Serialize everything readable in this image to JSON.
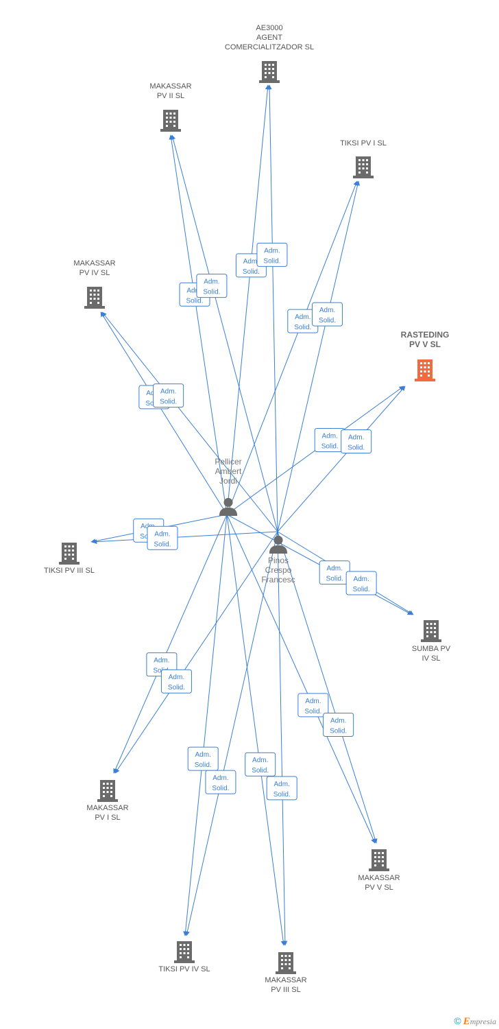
{
  "colors": {
    "edge": "#3a7fd5",
    "company": "#6b6b6b",
    "focus": "#f26a3d",
    "person": "#6b6b6b"
  },
  "persons": [
    {
      "id": "pellicer",
      "lines": [
        "Pellicer",
        "Ambert",
        "Jordi"
      ]
    },
    {
      "id": "pinos",
      "lines": [
        "Pinos",
        "Crespo",
        "Francesc"
      ]
    }
  ],
  "companies": [
    {
      "id": "ae3000",
      "lines": [
        "AE3000",
        "AGENT",
        "COMERCIALITZADOR SL"
      ]
    },
    {
      "id": "makassar2",
      "lines": [
        "MAKASSAR",
        "PV II SL"
      ]
    },
    {
      "id": "tiksi1",
      "lines": [
        "TIKSI PV I SL"
      ]
    },
    {
      "id": "makassar4",
      "lines": [
        "MAKASSAR",
        "PV IV SL"
      ]
    },
    {
      "id": "rasteding",
      "lines": [
        "RASTEDING",
        "PV V SL"
      ],
      "focus": true
    },
    {
      "id": "tiksi3",
      "lines": [
        "TIKSI PV III SL"
      ]
    },
    {
      "id": "sumba",
      "lines": [
        "SUMBA PV",
        "IV SL"
      ]
    },
    {
      "id": "makassar1",
      "lines": [
        "MAKASSAR",
        "PV I SL"
      ]
    },
    {
      "id": "makassar5",
      "lines": [
        "MAKASSAR",
        "PV V SL"
      ]
    },
    {
      "id": "tiksi4",
      "lines": [
        "TIKSI PV IV SL"
      ]
    },
    {
      "id": "makassar3",
      "lines": [
        "MAKASSAR",
        "PV III SL"
      ]
    }
  ],
  "relation_label": [
    "Adm.",
    "Solid."
  ],
  "edges": [
    {
      "from": "pellicer",
      "to": "ae3000"
    },
    {
      "from": "pinos",
      "to": "ae3000"
    },
    {
      "from": "pellicer",
      "to": "makassar2"
    },
    {
      "from": "pinos",
      "to": "makassar2"
    },
    {
      "from": "pellicer",
      "to": "tiksi1"
    },
    {
      "from": "pinos",
      "to": "tiksi1"
    },
    {
      "from": "pellicer",
      "to": "makassar4"
    },
    {
      "from": "pinos",
      "to": "makassar4"
    },
    {
      "from": "pellicer",
      "to": "rasteding"
    },
    {
      "from": "pinos",
      "to": "rasteding"
    },
    {
      "from": "pellicer",
      "to": "tiksi3"
    },
    {
      "from": "pinos",
      "to": "tiksi3"
    },
    {
      "from": "pellicer",
      "to": "sumba"
    },
    {
      "from": "pinos",
      "to": "sumba"
    },
    {
      "from": "pellicer",
      "to": "makassar1"
    },
    {
      "from": "pinos",
      "to": "makassar1"
    },
    {
      "from": "pellicer",
      "to": "makassar5"
    },
    {
      "from": "pinos",
      "to": "makassar5"
    },
    {
      "from": "pellicer",
      "to": "tiksi4"
    },
    {
      "from": "pinos",
      "to": "tiksi4"
    },
    {
      "from": "pellicer",
      "to": "makassar3"
    },
    {
      "from": "pinos",
      "to": "makassar3"
    }
  ],
  "footer": {
    "copyright": "©",
    "brand_initial": "E",
    "brand_rest": "mpresia"
  }
}
